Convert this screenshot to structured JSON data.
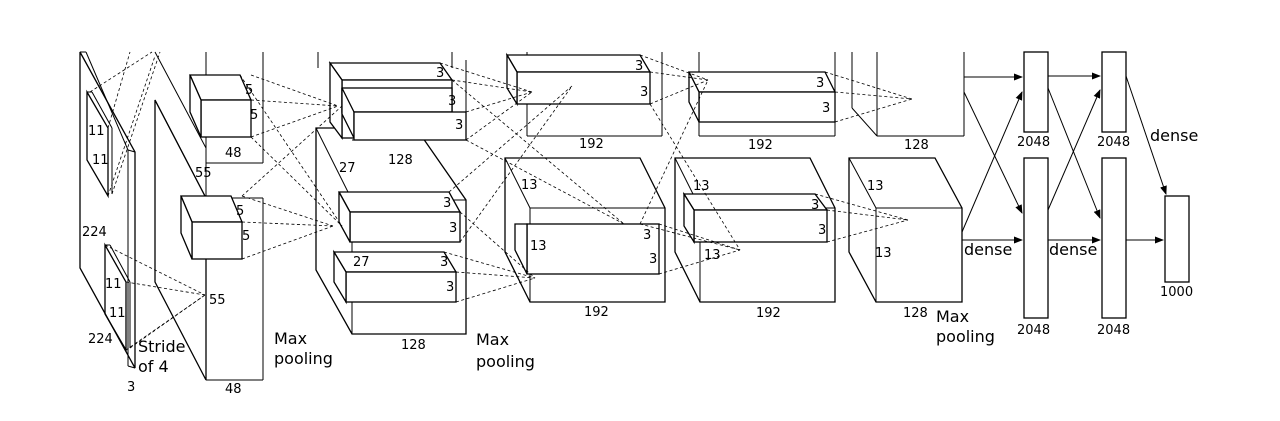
{
  "labels": {
    "input_depth": "3",
    "input_size_h": "224",
    "input_size_w": "224",
    "kernel_1": "11",
    "stride_line1": "Stride",
    "stride_line2": "of 4",
    "conv1_size": "55",
    "conv1_depth": "48",
    "kernel_5": "5",
    "maxpool_line1": "Max",
    "maxpool_line2": "pooling",
    "conv2_size": "27",
    "conv2_depth": "128",
    "kernel_3": "3",
    "conv3_size": "13",
    "conv3_depth": "192",
    "conv4_depth": "192",
    "conv5_depth": "128",
    "dense": "dense",
    "fc_size": "2048",
    "output_size": "1000"
  }
}
